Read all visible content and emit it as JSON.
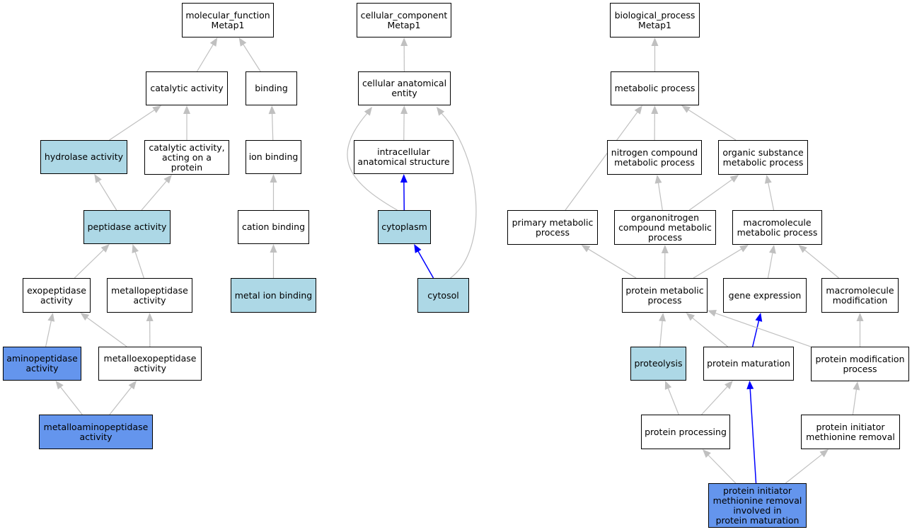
{
  "colors": {
    "default_fill": "#ffffff",
    "light_fill": "#add8e6",
    "strong_fill": "#6495ed",
    "edge_grey": "#c0c0c0",
    "edge_blue": "#0000ff"
  },
  "nodes": {
    "mf_root": {
      "label": "molecular_function\nMetap1",
      "fill": "default"
    },
    "catalytic": {
      "label": "catalytic activity",
      "fill": "default"
    },
    "binding": {
      "label": "binding",
      "fill": "default"
    },
    "hydrolase": {
      "label": "hydrolase activity",
      "fill": "light"
    },
    "cat_protein": {
      "label": "catalytic activity,\nacting on a\nprotein",
      "fill": "default"
    },
    "ion_binding": {
      "label": "ion binding",
      "fill": "default"
    },
    "peptidase": {
      "label": "peptidase activity",
      "fill": "light"
    },
    "cation_binding": {
      "label": "cation binding",
      "fill": "default"
    },
    "exopeptidase": {
      "label": "exopeptidase\nactivity",
      "fill": "default"
    },
    "metallopeptidase": {
      "label": "metallopeptidase\nactivity",
      "fill": "default"
    },
    "metal_ion_binding": {
      "label": "metal ion binding",
      "fill": "light"
    },
    "aminopeptidase": {
      "label": "aminopeptidase\nactivity",
      "fill": "strong"
    },
    "metalloexopeptidase": {
      "label": "metalloexopeptidase\nactivity",
      "fill": "default"
    },
    "metalloaminopeptidase": {
      "label": "metalloaminopeptidase\nactivity",
      "fill": "strong"
    },
    "cc_root": {
      "label": "cellular_component\nMetap1",
      "fill": "default"
    },
    "cell_anat": {
      "label": "cellular anatomical\nentity",
      "fill": "default"
    },
    "intracellular": {
      "label": "intracellular\nanatomical structure",
      "fill": "default"
    },
    "cytoplasm": {
      "label": "cytoplasm",
      "fill": "light"
    },
    "cytosol": {
      "label": "cytosol",
      "fill": "light"
    },
    "bp_root": {
      "label": "biological_process\nMetap1",
      "fill": "default"
    },
    "metabolic": {
      "label": "metabolic process",
      "fill": "default"
    },
    "nitrogen": {
      "label": "nitrogen compound\nmetabolic process",
      "fill": "default"
    },
    "organic": {
      "label": "organic substance\nmetabolic process",
      "fill": "default"
    },
    "primary": {
      "label": "primary metabolic\nprocess",
      "fill": "default"
    },
    "organonitrogen": {
      "label": "organonitrogen\ncompound metabolic\nprocess",
      "fill": "default"
    },
    "macromolecule_met": {
      "label": "macromolecule\nmetabolic process",
      "fill": "default"
    },
    "protein_met": {
      "label": "protein metabolic\nprocess",
      "fill": "default"
    },
    "gene_expression": {
      "label": "gene expression",
      "fill": "default"
    },
    "macromolecule_mod": {
      "label": "macromolecule\nmodification",
      "fill": "default"
    },
    "proteolysis": {
      "label": "proteolysis",
      "fill": "light"
    },
    "protein_maturation": {
      "label": "protein maturation",
      "fill": "default"
    },
    "protein_mod": {
      "label": "protein modification\nprocess",
      "fill": "default"
    },
    "protein_processing": {
      "label": "protein processing",
      "fill": "default"
    },
    "init_met_removal": {
      "label": "protein initiator\nmethionine removal",
      "fill": "default"
    },
    "init_met_maturation": {
      "label": "protein initiator\nmethionine removal\ninvolved in\nprotein maturation",
      "fill": "strong"
    }
  },
  "edges": [
    {
      "from": "catalytic",
      "to": "mf_root",
      "color": "grey"
    },
    {
      "from": "binding",
      "to": "mf_root",
      "color": "grey"
    },
    {
      "from": "hydrolase",
      "to": "catalytic",
      "color": "grey"
    },
    {
      "from": "cat_protein",
      "to": "catalytic",
      "color": "grey"
    },
    {
      "from": "ion_binding",
      "to": "binding",
      "color": "grey"
    },
    {
      "from": "peptidase",
      "to": "hydrolase",
      "color": "grey"
    },
    {
      "from": "peptidase",
      "to": "cat_protein",
      "color": "grey"
    },
    {
      "from": "cation_binding",
      "to": "ion_binding",
      "color": "grey"
    },
    {
      "from": "exopeptidase",
      "to": "peptidase",
      "color": "grey"
    },
    {
      "from": "metallopeptidase",
      "to": "peptidase",
      "color": "grey"
    },
    {
      "from": "metal_ion_binding",
      "to": "cation_binding",
      "color": "grey"
    },
    {
      "from": "aminopeptidase",
      "to": "exopeptidase",
      "color": "grey"
    },
    {
      "from": "metalloexopeptidase",
      "to": "exopeptidase",
      "color": "grey"
    },
    {
      "from": "metalloexopeptidase",
      "to": "metallopeptidase",
      "color": "grey"
    },
    {
      "from": "metalloaminopeptidase",
      "to": "aminopeptidase",
      "color": "grey"
    },
    {
      "from": "metalloaminopeptidase",
      "to": "metalloexopeptidase",
      "color": "grey"
    },
    {
      "from": "cell_anat",
      "to": "cc_root",
      "color": "grey"
    },
    {
      "from": "intracellular",
      "to": "cell_anat",
      "color": "grey"
    },
    {
      "from": "cytoplasm",
      "to": "cell_anat",
      "color": "grey"
    },
    {
      "from": "cytoplasm",
      "to": "intracellular",
      "color": "blue"
    },
    {
      "from": "cytosol",
      "to": "cell_anat",
      "color": "grey"
    },
    {
      "from": "cytosol",
      "to": "cytoplasm",
      "color": "blue"
    },
    {
      "from": "metabolic",
      "to": "bp_root",
      "color": "grey"
    },
    {
      "from": "nitrogen",
      "to": "metabolic",
      "color": "grey"
    },
    {
      "from": "organic",
      "to": "metabolic",
      "color": "grey"
    },
    {
      "from": "primary",
      "to": "metabolic",
      "color": "grey"
    },
    {
      "from": "organonitrogen",
      "to": "nitrogen",
      "color": "grey"
    },
    {
      "from": "organonitrogen",
      "to": "organic",
      "color": "grey"
    },
    {
      "from": "macromolecule_met",
      "to": "organic",
      "color": "grey"
    },
    {
      "from": "protein_met",
      "to": "primary",
      "color": "grey"
    },
    {
      "from": "protein_met",
      "to": "organonitrogen",
      "color": "grey"
    },
    {
      "from": "protein_met",
      "to": "macromolecule_met",
      "color": "grey"
    },
    {
      "from": "gene_expression",
      "to": "macromolecule_met",
      "color": "grey"
    },
    {
      "from": "macromolecule_mod",
      "to": "macromolecule_met",
      "color": "grey"
    },
    {
      "from": "proteolysis",
      "to": "protein_met",
      "color": "grey"
    },
    {
      "from": "protein_maturation",
      "to": "protein_met",
      "color": "grey"
    },
    {
      "from": "protein_maturation",
      "to": "gene_expression",
      "color": "blue"
    },
    {
      "from": "protein_mod",
      "to": "protein_met",
      "color": "grey"
    },
    {
      "from": "protein_mod",
      "to": "macromolecule_mod",
      "color": "grey"
    },
    {
      "from": "protein_processing",
      "to": "proteolysis",
      "color": "grey"
    },
    {
      "from": "protein_processing",
      "to": "protein_maturation",
      "color": "grey"
    },
    {
      "from": "init_met_removal",
      "to": "protein_mod",
      "color": "grey"
    },
    {
      "from": "init_met_maturation",
      "to": "protein_processing",
      "color": "grey"
    },
    {
      "from": "init_met_maturation",
      "to": "protein_maturation",
      "color": "blue"
    },
    {
      "from": "init_met_maturation",
      "to": "init_met_removal",
      "color": "grey"
    }
  ]
}
